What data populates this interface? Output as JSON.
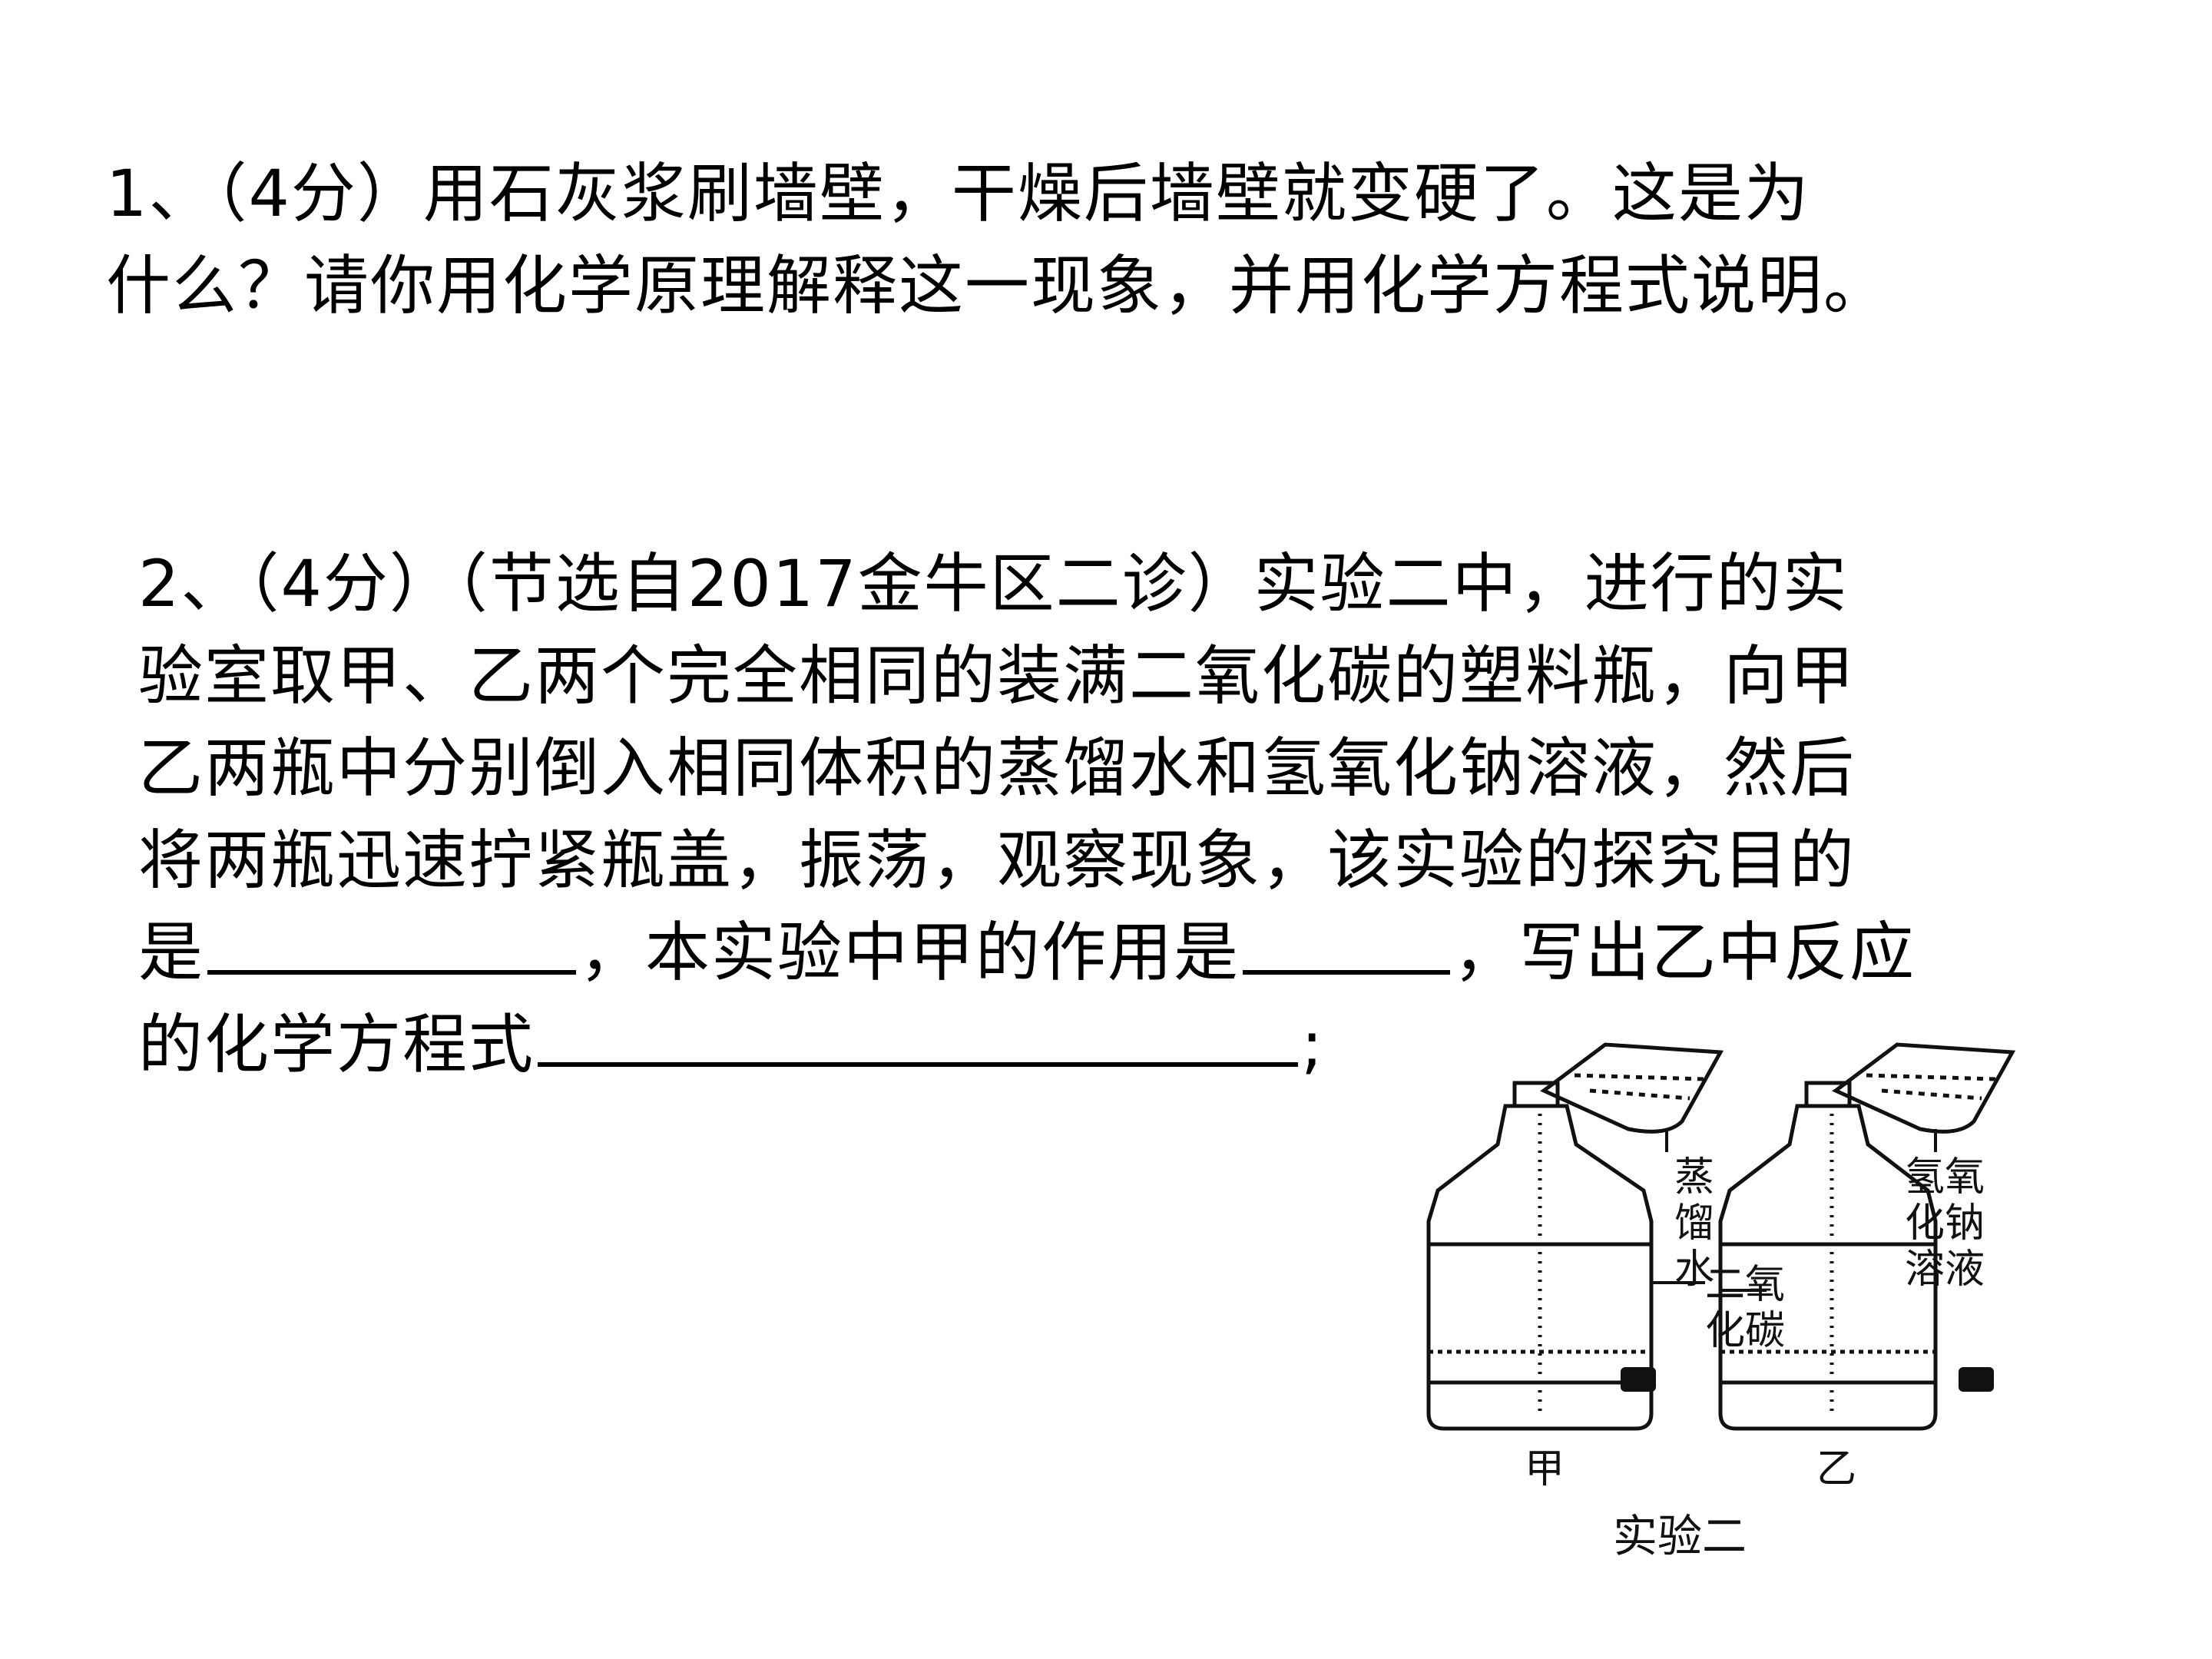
{
  "q1": {
    "line1": "1、（4分）用石灰浆刷墙壁，干燥后墙壁就变硬了。这是为",
    "line2": "什么？请你用化学原理解释这一现象，并用化学方程式说明。"
  },
  "q2": {
    "line1": "2、（4分）（节选自2017金牛区二诊）实验二中，进行的实",
    "line2": "验室取甲、乙两个完全相同的装满二氧化碳的塑料瓶，向甲",
    "line3": "乙两瓶中分别倒入相同体积的蒸馏水和氢氧化钠溶液，然后",
    "line4": "将两瓶迅速拧紧瓶盖，振荡，观察现象，该实验的探究目的",
    "line5_a": "是",
    "line5_b": "，本实验中甲的作用是",
    "line5_c": "，写出乙中反应",
    "line6_a": "的化学方程式",
    "line6_b": ";"
  },
  "figure": {
    "left_liquid_label": [
      "蒸",
      "馏",
      "水"
    ],
    "gas_label": [
      "二氧",
      "化碳"
    ],
    "right_liquid_label": [
      "氢氧",
      "化钠",
      "溶液"
    ],
    "left_bottle_label": "甲",
    "right_bottle_label": "乙",
    "caption": "实验二"
  }
}
